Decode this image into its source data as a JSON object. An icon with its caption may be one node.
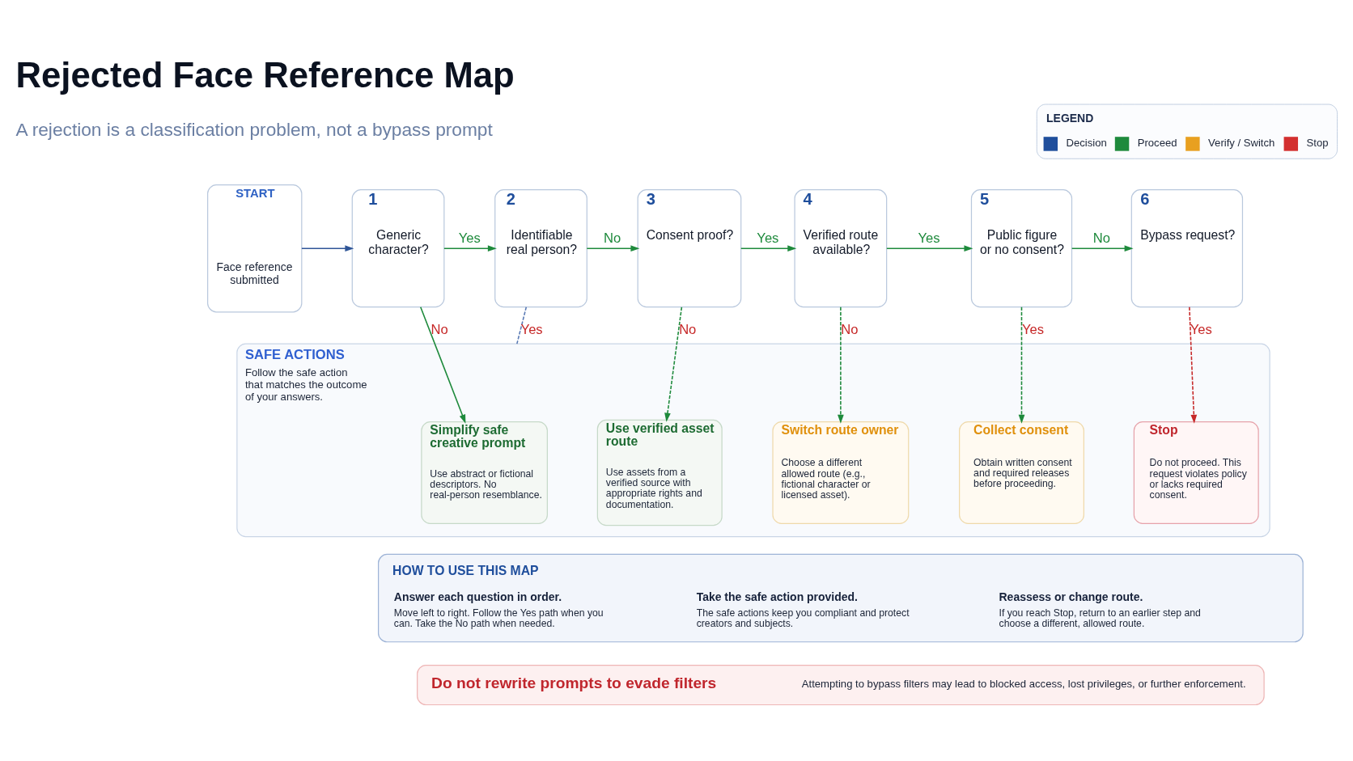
{
  "diagram": {
    "title": "Rejected Face Reference Map",
    "nodes": [
      {
        "text": [
          "START",
          "Face reference submitted"
        ]
      },
      {
        "text": [
          "1",
          "Generic character?"
        ]
      },
      {
        "text": [
          "2",
          "Identifiable real person?"
        ]
      },
      {
        "text": [
          "3",
          "Consent proof?"
        ]
      },
      {
        "text": [
          "4",
          "Verified route available?"
        ]
      },
      {
        "text": [
          "5",
          "Public figure or no consent?"
        ]
      },
      {
        "text": [
          "6",
          "Bypass request?"
        ]
      },
      {
        "text": [
          "SAFE ACTIONS",
          "Follow the safe action that matches the outcome of your answers."
        ]
      },
      {
        "text": [
          "Simplify safe creative prompt",
          "Use abstract or fictional descriptors. No real-person resemblance."
        ],
        "in": 7
      },
      {
        "text": [
          "Use verified asset route",
          "Use assets from a verified source with appropriate rights and documentation."
        ],
        "in": 7
      },
      {
        "text": [
          "Switch route owner",
          "Choose a different allowed route (e.g., fictional character or licensed asset)."
        ],
        "in": 7
      },
      {
        "text": [
          "Collect consent",
          "Obtain written consent and required releases before proceeding."
        ],
        "in": 7
      },
      {
        "text": [
          "Stop",
          "Do not proceed. This request violates policy or lacks required consent."
        ],
        "in": 7
      },
      {
        "text": [
          "HOW TO USE THIS MAP",
          "Answer each question in order.",
          "Move left to right. Follow the Yes path when you can. Take the No path when needed.",
          "Take the safe action provided.",
          "The safe actions keep you compliant and protect creators and subjects.",
          "Reassess or change route.",
          "If you reach Stop, return to an earlier step and choose a different, allowed route."
        ]
      },
      {
        "text": [
          "Do not rewrite prompts to evade filters",
          "Attempting to bypass filters may lead to blocked access, lost privileges, or further enforcement."
        ]
      }
    ],
    "edges": [
      {
        "from": 0,
        "to": 1,
        "arrow": "to",
        "color": "#2f5597"
      },
      {
        "from": 1,
        "to": 2,
        "arrow": "to",
        "label": "Yes"
      },
      {
        "from": 2,
        "to": 3,
        "arrow": "to",
        "label": "No"
      },
      {
        "from": 3,
        "to": 4,
        "arrow": "to",
        "label": "Yes"
      },
      {
        "from": 4,
        "to": 5,
        "arrow": "to",
        "label": "Yes"
      },
      {
        "from": 5,
        "to": 6,
        "arrow": "to",
        "label": "No"
      },
      {
        "from": 1,
        "to": 8,
        "arrow": "to",
        "label": "No"
      },
      {
        "from": 2,
        "to": 7,
        "arrow": "none",
        "label": "Yes",
        "style": "dashed",
        "color": "#5b7bb5"
      },
      {
        "from": 3,
        "to": 9,
        "arrow": "to",
        "label": "No",
        "style": "dashed"
      },
      {
        "from": 4,
        "to": 10,
        "arrow": "to",
        "label": "No",
        "style": "dashed"
      },
      {
        "from": 5,
        "to": 11,
        "arrow": "to",
        "label": "Yes",
        "style": "dashed"
      },
      {
        "from": 6,
        "to": 12,
        "arrow": "to",
        "label": "Yes",
        "style": "dashed",
        "color": "#c62828"
      }
    ],
    "labels": [
      "A rejection is a classification problem, not a bypass prompt",
      "LEGEND"
    ],
    "legend": [
      {
        "text": "Decision",
        "color": "#1f4e9c"
      },
      {
        "text": "Proceed",
        "color": "#1e8a3c"
      },
      {
        "text": "Verify / Switch",
        "color": "#e8a020"
      },
      {
        "text": "Stop",
        "color": "#d32f2f"
      }
    ]
  }
}
